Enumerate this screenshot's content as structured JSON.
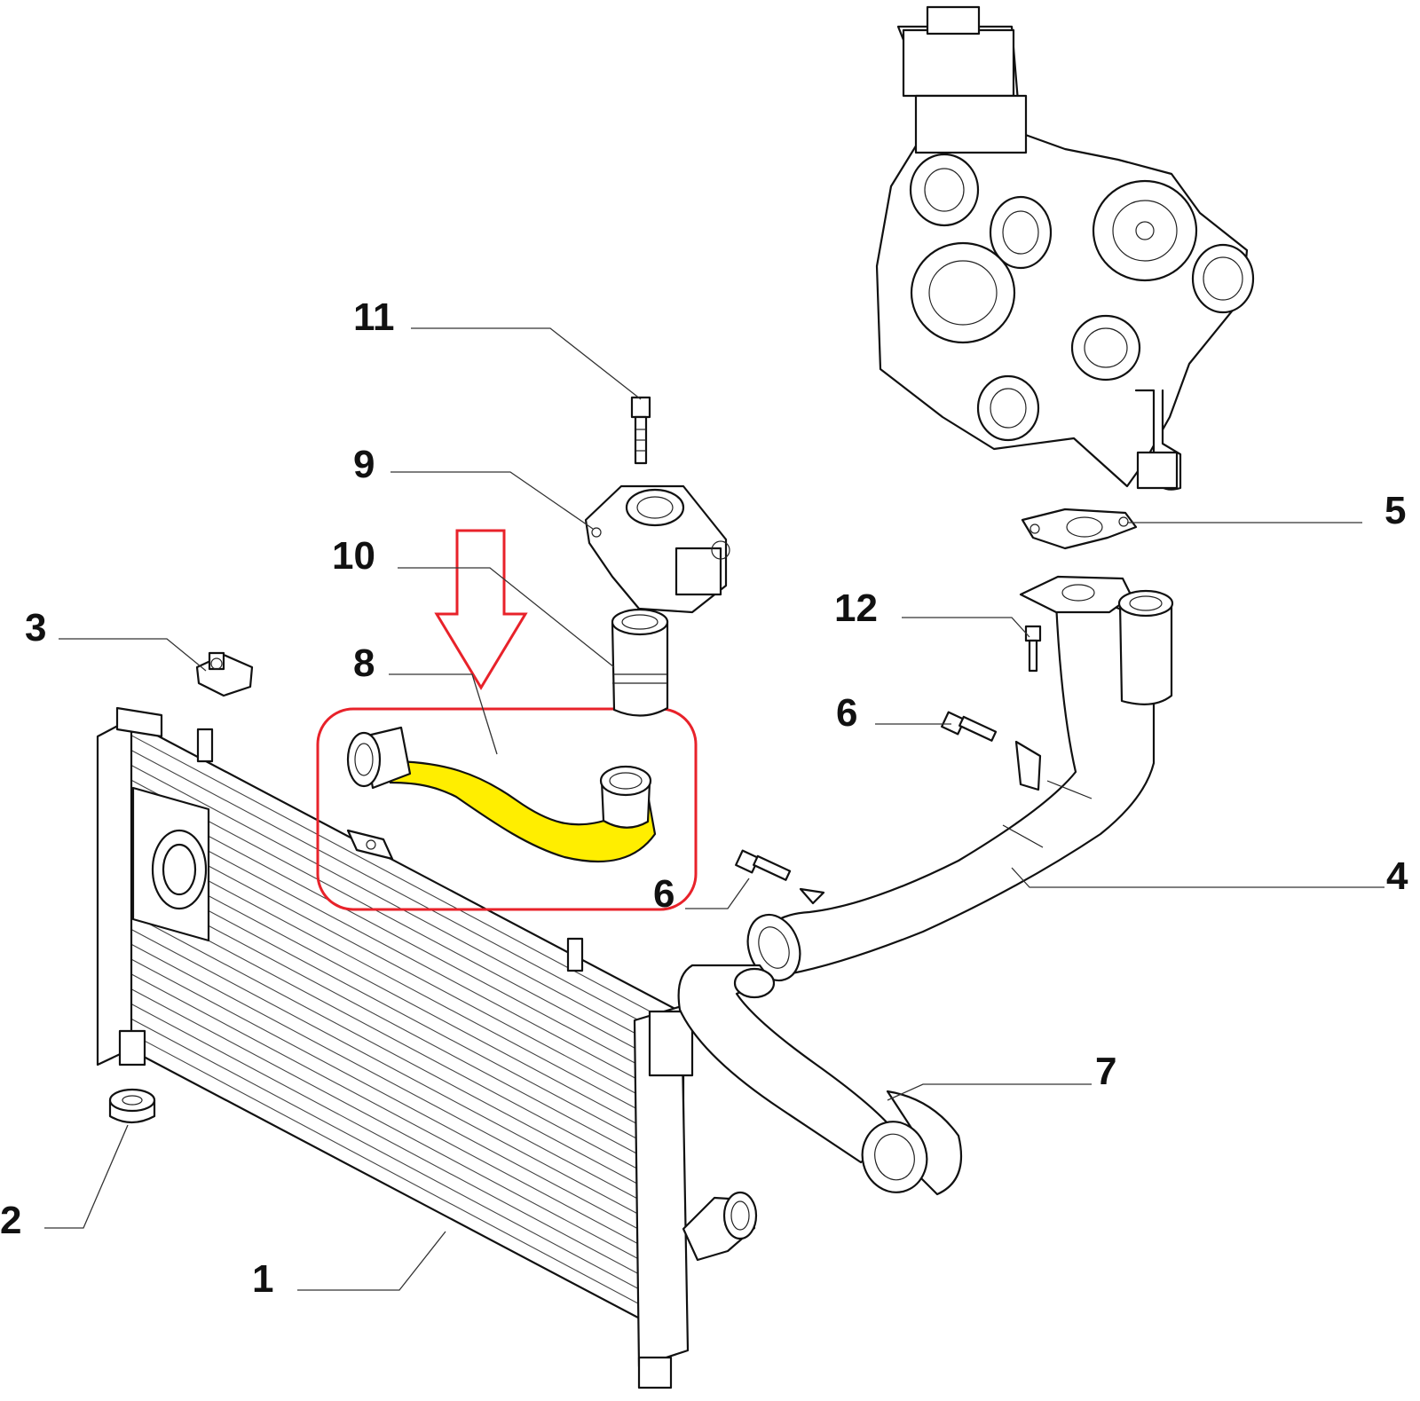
{
  "diagram": {
    "callouts": [
      {
        "id": "1",
        "text": "1"
      },
      {
        "id": "2",
        "text": "2"
      },
      {
        "id": "3",
        "text": "3"
      },
      {
        "id": "4",
        "text": "4"
      },
      {
        "id": "5",
        "text": "5"
      },
      {
        "id": "6a",
        "text": "6"
      },
      {
        "id": "6b",
        "text": "6"
      },
      {
        "id": "7",
        "text": "7"
      },
      {
        "id": "8",
        "text": "8"
      },
      {
        "id": "9",
        "text": "9"
      },
      {
        "id": "10",
        "text": "10"
      },
      {
        "id": "11",
        "text": "11"
      },
      {
        "id": "12",
        "text": "12"
      }
    ],
    "colors": {
      "highlight_hose": "#ffee00",
      "highlight_outline": "#e8222a",
      "line": "#111111",
      "background": "#ffffff"
    }
  }
}
